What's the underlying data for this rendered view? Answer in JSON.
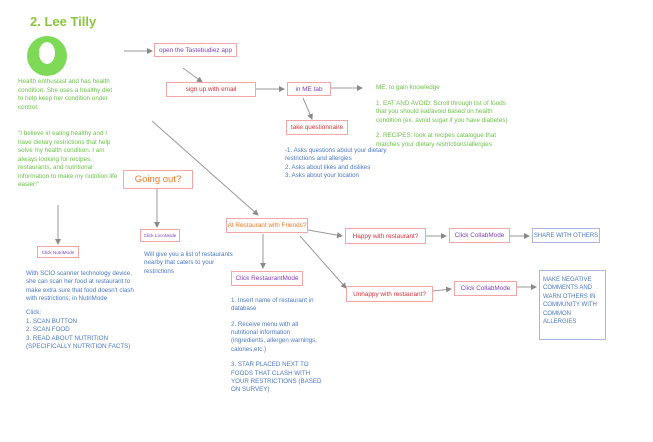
{
  "title": "2. Lee Tilly",
  "persona": {
    "description": "Health enthusiast and has health condition. She uses a healthy diet to help keep her condition under control.",
    "quote": "\"I believe in eating healthy and I have dietary restrictions that help solve my health condition. I am always looking for recipes, restaurants, and nutritional information to make my nutrition life easier!\""
  },
  "nodes": {
    "open_app": "open the Tastebudiez app",
    "sign_up": "sign up with email",
    "me_tab": "in ME tab",
    "questionnaire": "take questionnaire",
    "going_out": "Going out?",
    "nutrimode": "Click NutriMode",
    "locomode": "Click LocoMode",
    "at_restaurant": "At Restaurant with Friends?",
    "restaurant_mode": "Click RestaurantMode",
    "happy": "Happy with restaurant?",
    "unhappy": "Unhappy with restaurant?",
    "collab_happy": "Click CollabMode",
    "collab_unhappy": "Click CollabMode",
    "share": "SHARE WITH OTHERS",
    "negative": "MAKE NEGATIVE COMMENTS AND WARN OTHERS IN COMMUNITY WITH COMMON ALLERGIES"
  },
  "questionnaire_notes": [
    "-1. Asks questions about your dietary restrictions and allergies",
    "2. Asks about likes and dislikes",
    "3. Asks about your location"
  ],
  "me_notes": {
    "heading": "ME: to gain knowledge",
    "item1": "1. EAT AND AVOID: Scroll through list of foods that you should eat/avoid based on health condition (ex. avoid sugar if you have diabetes)",
    "item2": "2. RECIPES: look at recipes catalogue that matches your dietary restrictions/allergies"
  },
  "loco_note": "Will give you a list of restaurants nearby that caters to your restrictions",
  "nutri_notes": {
    "intro": "With SCIO scanner technology device, she can scan her food at restaurant to make extra sure that food doesn't clash with restrictions; in NutriMode",
    "click": "Click:",
    "steps": [
      "1. SCAN BUTTON",
      "2. SCAN FOOD",
      "3. READ ABOUT NUTRITION (SPECIFICALLY NUTRITION FACTS)"
    ]
  },
  "restaurant_notes": [
    "1. Insert name of restaurant in database",
    "2. Receive menu with all nutritional information (ingredients, allergen warnings, calories,etc.)",
    "3. STAR PLACED NEXT TO FOODS THAT CLASH WITH YOUR RESTRICTIONS (BASED ON SURVEY)"
  ]
}
